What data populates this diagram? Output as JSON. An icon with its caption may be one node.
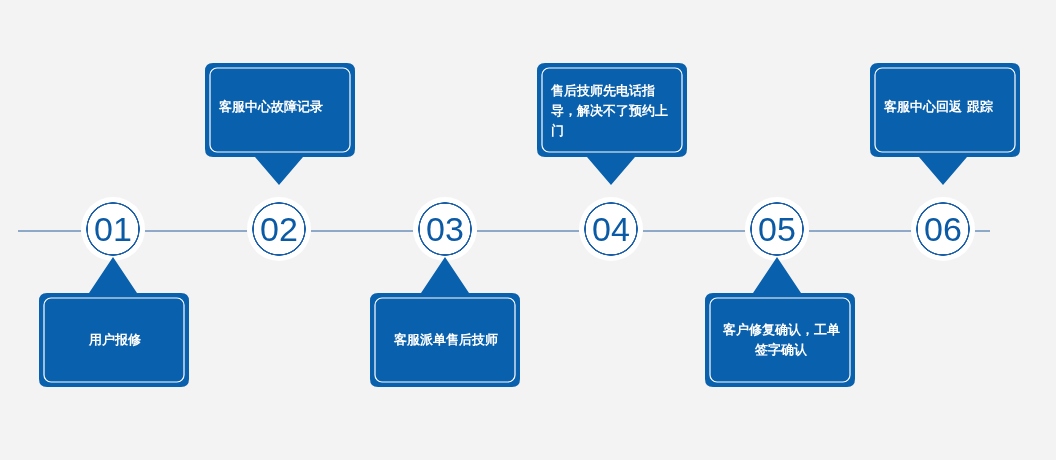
{
  "diagram": {
    "nodes": [
      {
        "text": [
          "01"
        ]
      },
      {
        "text": [
          "02"
        ]
      },
      {
        "text": [
          "03"
        ]
      },
      {
        "text": [
          "04"
        ]
      },
      {
        "text": [
          "05"
        ]
      },
      {
        "text": [
          "06"
        ]
      },
      {
        "text": [
          "用户报修"
        ]
      },
      {
        "text": [
          "客服中心故障记录"
        ]
      },
      {
        "text": [
          "客服派单售后技师"
        ]
      },
      {
        "text": [
          "售后技师先电话指导，解决不了预约上门"
        ]
      },
      {
        "text": [
          "客户修复确认，工单签字确认"
        ]
      },
      {
        "text": [
          "客服中心回返 跟踪"
        ]
      }
    ],
    "edges": [
      {
        "from": null,
        "to": 0,
        "arrow": "none"
      },
      {
        "from": 0,
        "to": 1,
        "arrow": "none"
      },
      {
        "from": 1,
        "to": 2,
        "arrow": "none"
      },
      {
        "from": 2,
        "to": 3,
        "arrow": "none"
      },
      {
        "from": 3,
        "to": 4,
        "arrow": "none"
      },
      {
        "from": 4,
        "to": 5,
        "arrow": "none"
      },
      {
        "from": 5,
        "to": null,
        "arrow": "none"
      }
    ]
  }
}
